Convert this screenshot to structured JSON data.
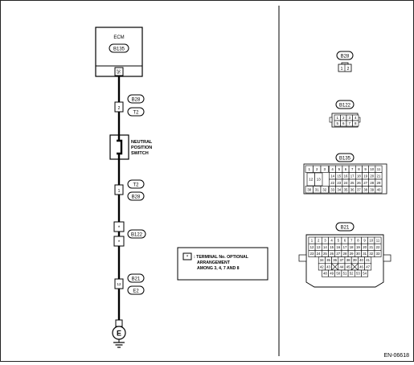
{
  "ecm": {
    "title": "ECM",
    "connector": "B135",
    "pin": "26"
  },
  "wiring": [
    {
      "connector": "B28",
      "pin": "2"
    },
    {
      "connector": "T2",
      "pin": ""
    }
  ],
  "neutral_switch": {
    "line1": "NEUTRAL",
    "line2": "POSITION",
    "line3": "SWITCH"
  },
  "wiring_lower": [
    {
      "connector": "T2",
      "pin": "1"
    },
    {
      "connector": "B28",
      "pin": ""
    },
    {
      "connector": "B122",
      "pin": "*"
    },
    {
      "connector": "B21",
      "pin": "12"
    },
    {
      "connector": "E2",
      "pin": ""
    }
  ],
  "ground_label": "E",
  "note": {
    "symbol": "*",
    "line1": ": TERMINAL No. OPTIONAL",
    "line2": "ARRANGEMENT",
    "line3": "AMONG 3, 4, 7 AND 8"
  },
  "connectors": {
    "b28": {
      "label": "B28",
      "pins": [
        "1",
        "2"
      ]
    },
    "b122": {
      "label": "B122",
      "rows": [
        [
          "1",
          "2",
          "3",
          "4"
        ],
        [
          "5",
          "6",
          "7",
          "8"
        ]
      ]
    },
    "b135": {
      "label": "B135",
      "left": [
        "1",
        "2",
        "3",
        "12",
        "13",
        "30",
        "31",
        "32"
      ],
      "rows": [
        [
          "4",
          "5",
          "6",
          "7",
          "8",
          "9",
          "10",
          "11"
        ],
        [
          "14",
          "15",
          "16",
          "17",
          "18",
          "19",
          "20",
          "21"
        ],
        [
          "22",
          "23",
          "24",
          "25",
          "26",
          "27",
          "28",
          "29"
        ],
        [
          "33",
          "34",
          "35",
          "36",
          "37",
          "38",
          "39",
          "40"
        ]
      ]
    },
    "b21": {
      "label": "B21",
      "rows": [
        [
          "1",
          "2",
          "3",
          "4",
          "5",
          "6",
          "7",
          "8",
          "9",
          "10",
          "11"
        ],
        [
          "12",
          "13",
          "14",
          "15",
          "16",
          "17",
          "18",
          "19",
          "20",
          "21",
          "22"
        ],
        [
          "23",
          "24",
          "25",
          "26",
          "27",
          "28",
          "29",
          "30",
          "31",
          "32",
          "33"
        ],
        [
          "34",
          "35",
          "36",
          "37",
          "38",
          "39",
          "40",
          "41"
        ],
        [
          "42",
          "43",
          "44",
          "45",
          "46",
          "47"
        ],
        [
          "48",
          "49",
          "50",
          "51",
          "52",
          "53",
          "54"
        ]
      ]
    }
  },
  "doc_id": "EN-06618"
}
